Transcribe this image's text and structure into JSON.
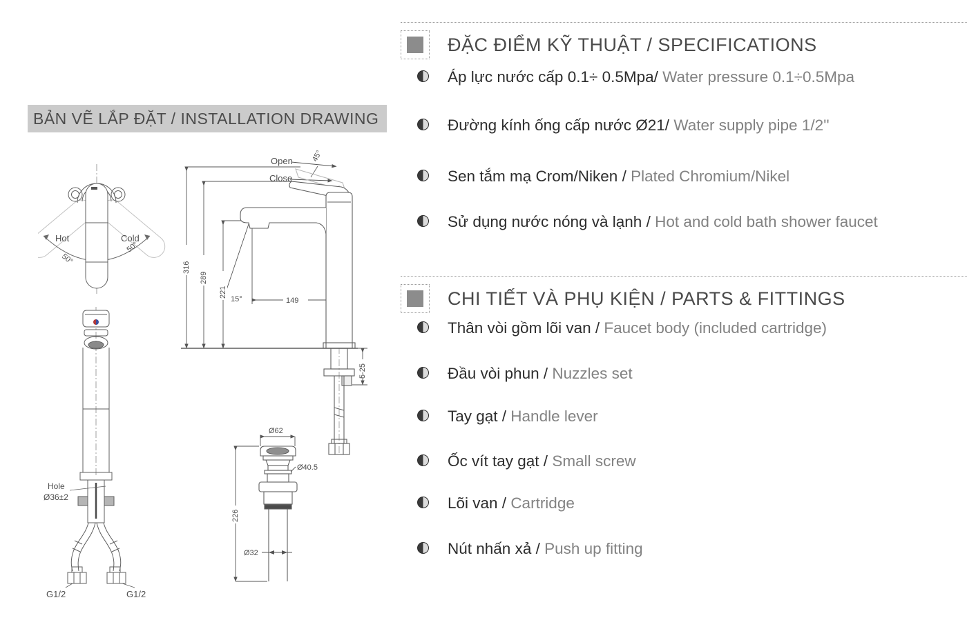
{
  "colors": {
    "title_bar_bg": "#cbcbcb",
    "heading_text": "#4a4a4a",
    "vietnamese_text": "#2d2d2d",
    "english_text": "#828282",
    "drawing_line": "#5f5f5f",
    "ghost_line": "#c2c2c2",
    "section_icon": "#8c8c8c"
  },
  "drawing": {
    "title": "BẢN VẼ LẮP ĐẶT / INSTALLATION DRAWING",
    "top_view": {
      "hot": "Hot",
      "cold": "Cold",
      "angle_left": "50°",
      "angle_right": "50°"
    },
    "front_view": {
      "hole_line1": "Hole",
      "hole_line2": "Ø36±2",
      "g_left": "G1/2",
      "g_right": "G1/2"
    },
    "side_view": {
      "open": "Open",
      "close": "Close",
      "open_angle": "45°",
      "total_height": "316",
      "body_height": "289",
      "spout_height": "221",
      "spout_reach": "149",
      "spray_angle": "15°",
      "deck_range": "5-25"
    },
    "drain_view": {
      "flange_dia": "Ø62",
      "body_dia": "Ø40.5",
      "height": "226",
      "pipe_dia": "Ø32"
    }
  },
  "specifications": {
    "title": "ĐẶC ĐIỂM KỸ THUẬT / SPECIFICATIONS",
    "items": [
      {
        "vi": "Áp lực nước cấp 0.1÷ 0.5Mpa/",
        "en": " Water pressure 0.1÷0.5Mpa"
      },
      {
        "vi": "Đường kính ống cấp nước Ø21/",
        "en": " Water supply pipe 1/2''"
      },
      {
        "vi": "Sen tắm mạ Crom/Niken / ",
        "en": "Plated Chromium/Nikel"
      },
      {
        "vi": "Sử dụng nước nóng và lạnh / ",
        "en": "Hot and cold bath shower faucet"
      }
    ]
  },
  "parts": {
    "title": "CHI TIẾT VÀ PHỤ KIỆN / PARTS & FITTINGS",
    "items": [
      {
        "vi": "Thân vòi gồm lõi van / ",
        "en": "Faucet body (included cartridge)"
      },
      {
        "vi": "Đầu vòi phun / ",
        "en": "Nuzzles set"
      },
      {
        "vi": "Tay gạt / ",
        "en": "Handle lever"
      },
      {
        "vi": "Ốc vít tay gạt / ",
        "en": "Small screw"
      },
      {
        "vi": "Lõi van / ",
        "en": "Cartridge"
      },
      {
        "vi": "Nút nhấn xả / ",
        "en": "Push up fitting"
      }
    ]
  }
}
